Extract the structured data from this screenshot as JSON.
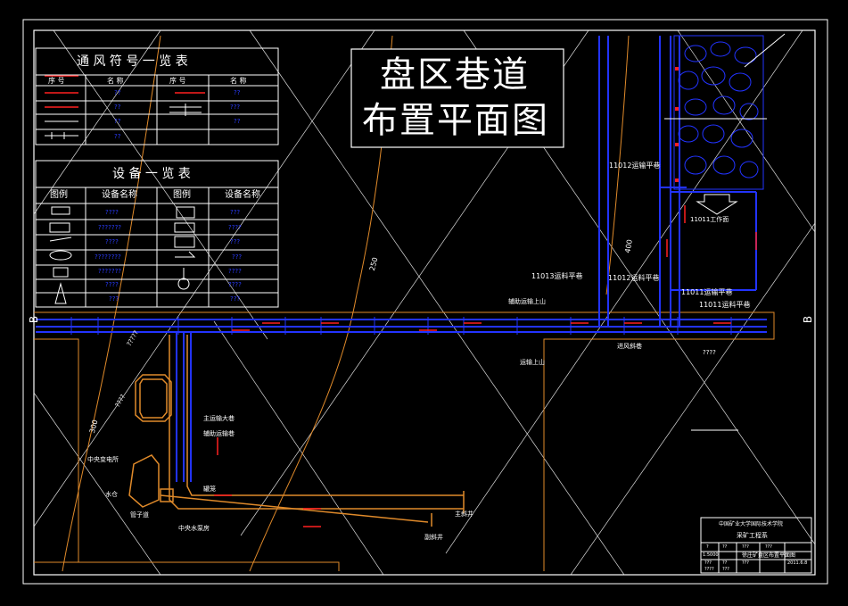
{
  "title": {
    "line1": "盘区巷道",
    "line2": "布置平面图"
  },
  "vent_table": {
    "title": "通 风 符 号 一 览 表",
    "headers": [
      "序 号",
      "名 称",
      "序 号",
      "名 称"
    ],
    "rows": [
      [
        "",
        "??",
        "",
        "??"
      ],
      [
        "",
        "??",
        "",
        "???"
      ],
      [
        "",
        "??",
        "",
        "??"
      ],
      [
        "",
        "??",
        "",
        ""
      ]
    ]
  },
  "equip_table": {
    "title": "设 备 一 览 表",
    "headers": [
      "图例",
      "设备名称",
      "图例",
      "设备名称"
    ],
    "rows": [
      [
        "????",
        "???"
      ],
      [
        "???????",
        "????"
      ],
      [
        "????",
        "???"
      ],
      [
        "????????",
        "???"
      ],
      [
        "???????",
        "????"
      ],
      [
        "????",
        "????"
      ],
      [
        "???",
        "???"
      ]
    ]
  },
  "section_marks": {
    "left": "B",
    "right": "B"
  },
  "contours": [
    "250",
    "300",
    "400"
  ],
  "labels": {
    "l_11012_transport": "11012运输平巷",
    "l_11011_face": "11011工作面",
    "l_11013_material": "11013运料平巷",
    "l_11012_material": "11012运料平巷",
    "l_11011_transport": "11011运输平巷",
    "l_11011_material": "11011运料平巷",
    "l_aux_uphill": "辅助运输上山",
    "l_transport_uphill": "运输上山",
    "l_intake_incline": "进风斜巷",
    "l_unknown": "????",
    "l_main_roadway": "主运输大巷",
    "l_aux_roadway": "辅助运输巷",
    "l_central_substation": "中央变电所",
    "l_water_sump": "水仓",
    "l_pipe_passage": "管子道",
    "l_central_pump": "中央水泵房",
    "l_main_shaft": "主斜井",
    "l_aux_shaft": "副斜井",
    "l_cage": "罐笼",
    "l_lamp": "?????",
    "l_lamp2": "????"
  },
  "title_block": {
    "school": "中国矿业大学国际技术学院",
    "major": "采矿工程系",
    "row1": [
      "?",
      "??",
      "???",
      "???"
    ],
    "scale": "1:5000",
    "drawing": "徐庄矿盘区布置平面图",
    "row3": [
      "???",
      "??",
      "???",
      "2011.6.8"
    ],
    "row4": [
      "????",
      "???"
    ]
  },
  "colors": {
    "blue": "#2233ff",
    "orange": "#e08a2a",
    "white": "#ffffff",
    "red": "#ff2020",
    "yellow": "#d8c850"
  }
}
